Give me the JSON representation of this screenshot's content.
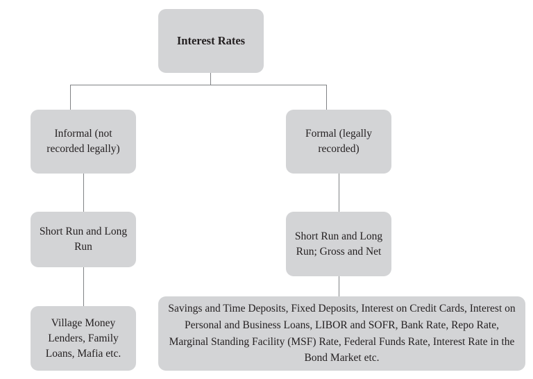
{
  "diagram": {
    "type": "hierarchy-tree",
    "title": "Interest Rates",
    "palette": {
      "node_fill": "#d3d4d6",
      "node_text": "#231f20",
      "connector": "#808285",
      "background": "#ffffff"
    },
    "nodes": {
      "root": {
        "label": "Interest Rates",
        "level": 0
      },
      "informal": {
        "label": "Informal (not recorded legally)",
        "level": 1,
        "branch": "left"
      },
      "formal": {
        "label": "Formal (legally recorded)",
        "level": 1,
        "branch": "right"
      },
      "informal_term": {
        "label": "Short Run and Long Run",
        "level": 2,
        "branch": "left"
      },
      "formal_term": {
        "label": "Short Run and Long Run; Gross and Net",
        "level": 2,
        "branch": "right"
      },
      "informal_examples": {
        "label": "Village Money Lenders, Family Loans, Mafia etc.",
        "level": 3,
        "branch": "left"
      },
      "formal_examples": {
        "label": "Savings and Time Deposits, Fixed Deposits, Interest on Credit Cards, Interest on Personal and Business Loans, LIBOR and SOFR, Bank Rate, Repo Rate, Marginal Standing Facility (MSF) Rate, Federal Funds Rate, Interest Rate in the Bond Market etc.",
        "level": 3,
        "branch": "right"
      }
    },
    "edges": [
      {
        "from": "root",
        "to": "informal"
      },
      {
        "from": "root",
        "to": "formal"
      },
      {
        "from": "informal",
        "to": "informal_term"
      },
      {
        "from": "formal",
        "to": "formal_term"
      },
      {
        "from": "informal_term",
        "to": "informal_examples"
      },
      {
        "from": "formal_term",
        "to": "formal_examples"
      }
    ]
  }
}
